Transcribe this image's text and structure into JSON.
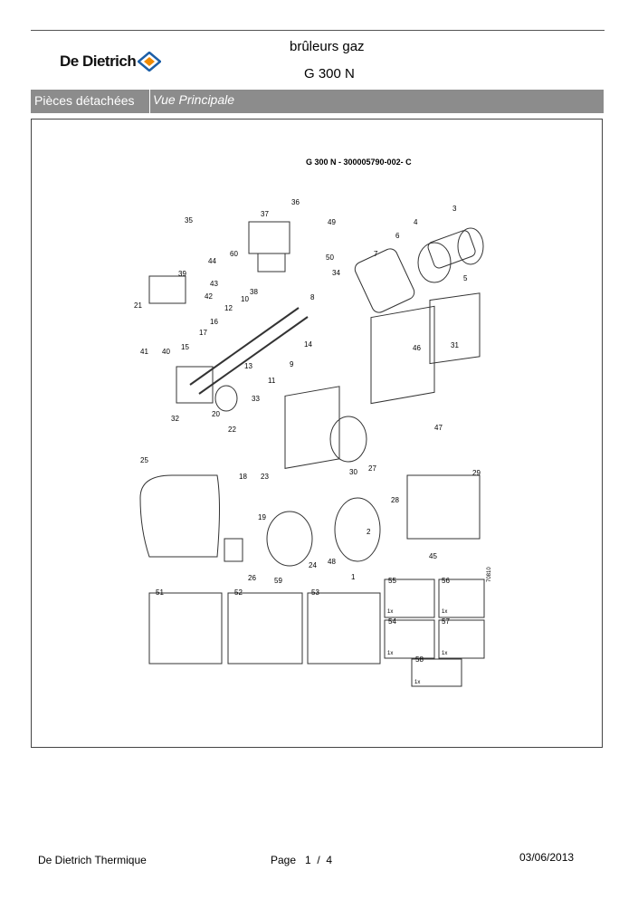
{
  "header": {
    "brand": "De Dietrich",
    "title_line1": "brûleurs gaz",
    "title_line2": "G 300 N"
  },
  "section_bar": {
    "label": "Pièces détachées",
    "view": "Vue Principale"
  },
  "drawing": {
    "reference": "G 300 N - 300005790-002- C",
    "part_numbers": [
      "1",
      "2",
      "3",
      "4",
      "5",
      "6",
      "7",
      "8",
      "9",
      "10",
      "11",
      "12",
      "13",
      "14",
      "15",
      "16",
      "17",
      "18",
      "19",
      "20",
      "21",
      "22",
      "23",
      "24",
      "25",
      "26",
      "27",
      "28",
      "29",
      "30",
      "31",
      "32",
      "33",
      "34",
      "35",
      "36",
      "37",
      "38",
      "39",
      "40",
      "41",
      "42",
      "43",
      "44",
      "45",
      "46",
      "47",
      "48",
      "49",
      "50",
      "51",
      "52",
      "53",
      "54",
      "55",
      "56",
      "57",
      "58",
      "59",
      "60"
    ],
    "quantity_label": "1x",
    "side_code": "70810"
  },
  "footer": {
    "company": "De Dietrich Thermique",
    "page": "Page   1  /  4",
    "date": "03/06/2013"
  }
}
